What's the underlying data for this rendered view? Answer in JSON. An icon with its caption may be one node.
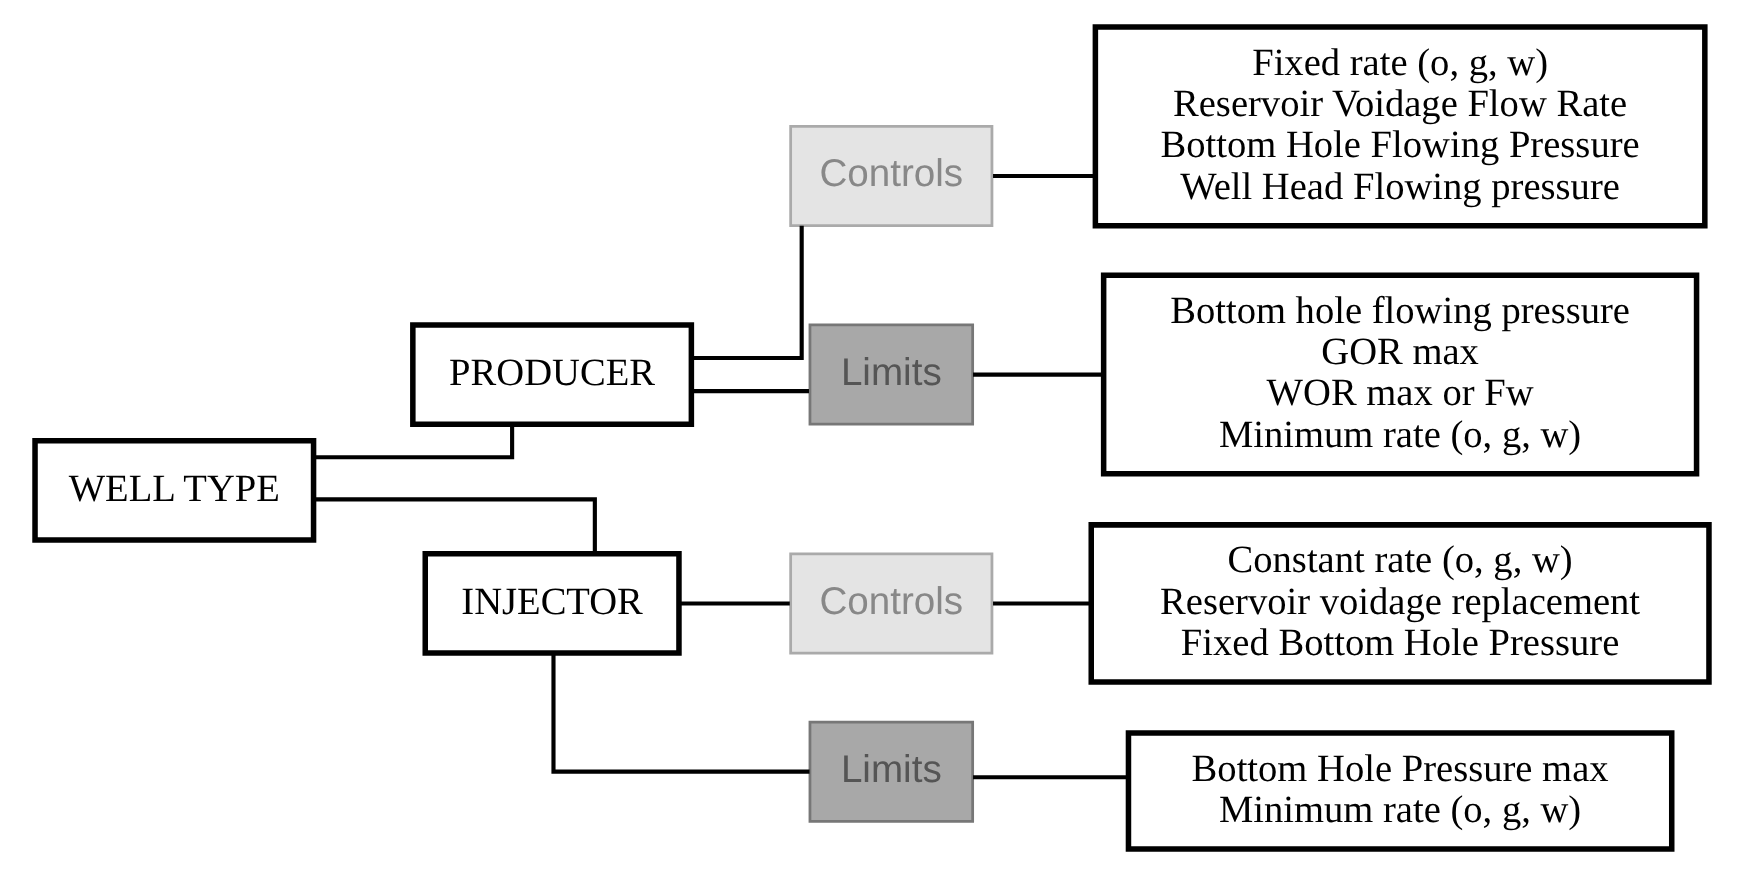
{
  "diagram": {
    "nodes": [
      {
        "text": [
          "WELL TYPE"
        ]
      },
      {
        "text": [
          "PRODUCER"
        ]
      },
      {
        "text": [
          "INJECTOR"
        ]
      },
      {
        "text": [
          "Controls"
        ]
      },
      {
        "text": [
          "Limits"
        ]
      },
      {
        "text": [
          "Controls"
        ]
      },
      {
        "text": [
          "Limits"
        ]
      },
      {
        "text": [
          "Fixed rate (o, g, w)",
          "Reservoir Voidage Flow Rate",
          "Bottom Hole Flowing Pressure",
          "Well Head Flowing pressure"
        ]
      },
      {
        "text": [
          "Bottom hole flowing pressure",
          "GOR max",
          "WOR max or Fw",
          "Minimum rate (o, g, w)"
        ]
      },
      {
        "text": [
          "Constant rate (o, g, w)",
          "Reservoir voidage replacement",
          "Fixed Bottom Hole Pressure"
        ]
      },
      {
        "text": [
          "Bottom Hole Pressure max",
          "Minimum rate (o, g, w)"
        ]
      }
    ],
    "edges": [
      {
        "from": 0,
        "to": 1,
        "arrow": "none"
      },
      {
        "from": 0,
        "to": 2,
        "arrow": "none"
      },
      {
        "from": 1,
        "to": 3,
        "arrow": "none"
      },
      {
        "from": 1,
        "to": 4,
        "arrow": "none"
      },
      {
        "from": 2,
        "to": 5,
        "arrow": "none"
      },
      {
        "from": 2,
        "to": 6,
        "arrow": "none"
      },
      {
        "from": 3,
        "to": 7,
        "arrow": "none"
      },
      {
        "from": 4,
        "to": 8,
        "arrow": "none"
      },
      {
        "from": 5,
        "to": 9,
        "arrow": "none"
      },
      {
        "from": 6,
        "to": 10,
        "arrow": "none"
      }
    ]
  }
}
